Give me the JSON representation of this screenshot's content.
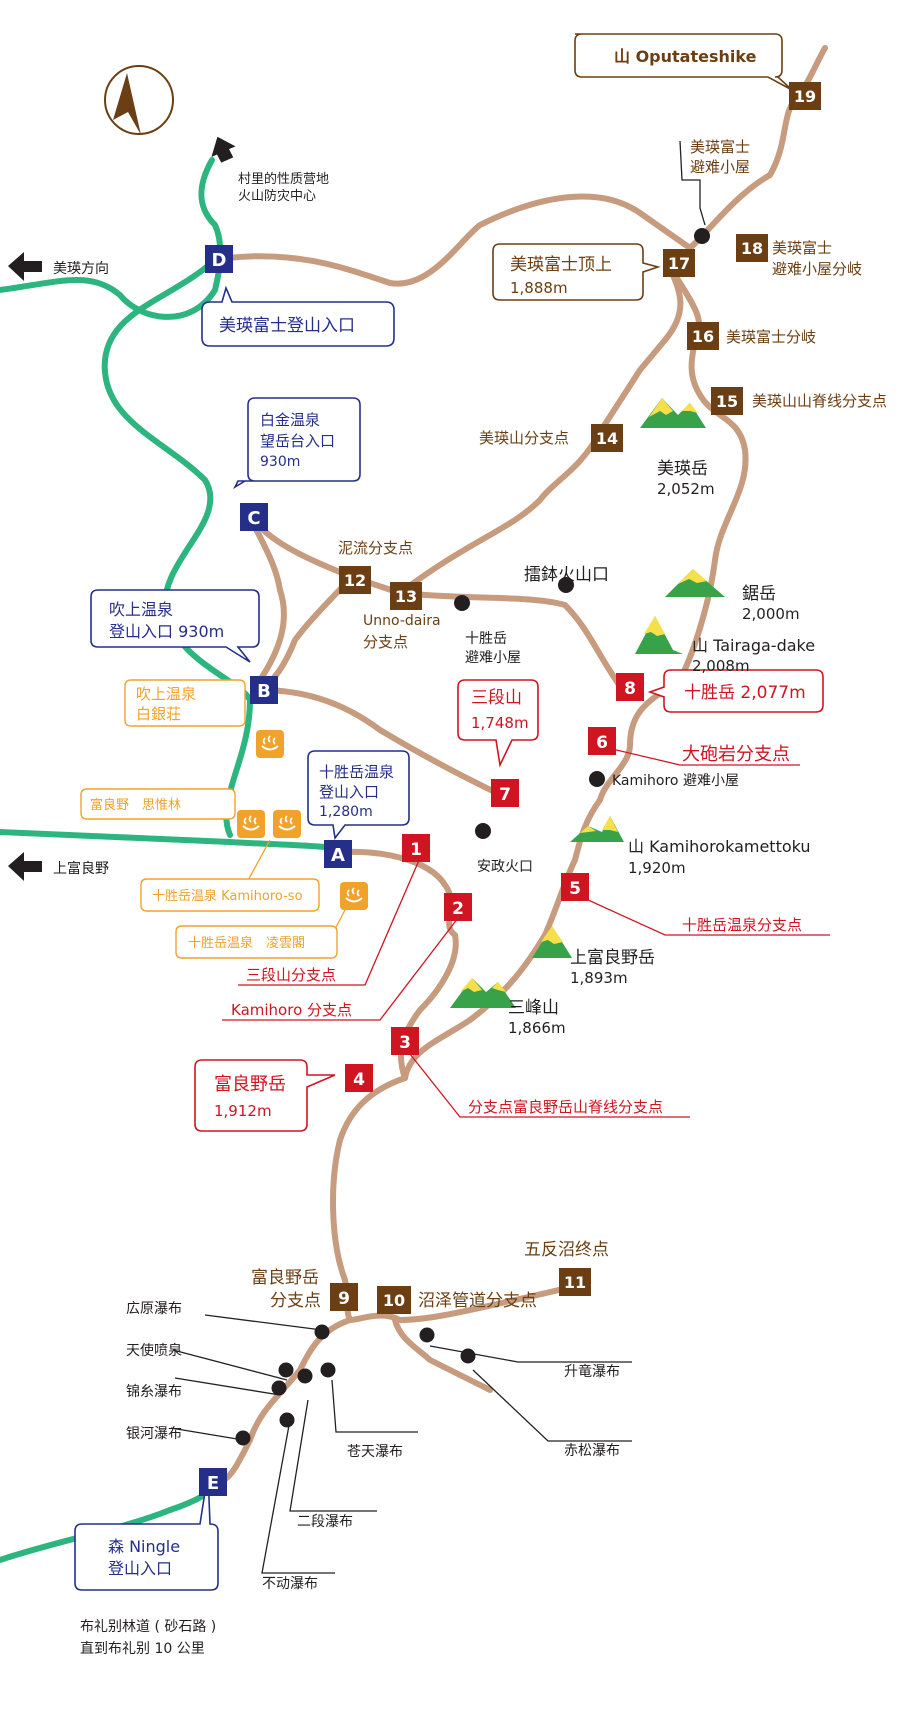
{
  "colors": {
    "trail": "#c79b7e",
    "road": "#2db580",
    "brown_marker": "#6b3f13",
    "red_marker": "#cf1521",
    "navy_marker": "#252f8a",
    "onsen_orange": "#f0a22a",
    "brown_text": "#6b3f13",
    "red_text": "#cf1521",
    "navy_text": "#252f8a",
    "orange_text": "#f0a22a",
    "leader": "#222222"
  },
  "compass": {
    "icon": "compass-north-arrow-icon"
  },
  "arrows": {
    "north_road_line1": "村里的性质营地",
    "north_road_line2": "火山防灾中心",
    "west_biei": "美瑛方向",
    "west_kamifurano": "上富良野"
  },
  "trailheads": [
    {
      "id": "D",
      "letter": "D"
    },
    {
      "id": "C",
      "letter": "C"
    },
    {
      "id": "B",
      "letter": "B"
    },
    {
      "id": "A",
      "letter": "A"
    },
    {
      "id": "E",
      "letter": "E"
    }
  ],
  "trailhead_callouts": {
    "D": {
      "line1": "美瑛富士登山入口"
    },
    "C": {
      "line1": "白金温泉",
      "line2": "望岳台入口",
      "elev": "930m"
    },
    "B": {
      "line1": "吹上温泉",
      "line2": "登山入口 930m"
    },
    "A": {
      "line1": "十胜岳温泉",
      "line2": "登山入口",
      "elev": "1,280m"
    },
    "E": {
      "line1": "森 Ningle",
      "line2": "登山入口"
    }
  },
  "red_markers": [
    "1",
    "2",
    "3",
    "4",
    "5",
    "6",
    "7",
    "8"
  ],
  "brown_markers": [
    "9",
    "10",
    "11",
    "12",
    "13",
    "14",
    "15",
    "16",
    "17",
    "18",
    "19"
  ],
  "red_labels": {
    "m1": "三段山分支点",
    "m2": "Kamihoro 分支点",
    "m3": "分支点富良野岳山脊线分支点",
    "m5": "十胜岳温泉分支点",
    "m6": "大砲岩分支点",
    "m8_name": "十胜岳 2,077m",
    "m7_name": "三段山",
    "m7_elev": "1,748m",
    "m4_name": "富良野岳",
    "m4_elev": "1,912m"
  },
  "brown_labels": {
    "m9_line1": "富良野岳",
    "m9_line2": "分支点",
    "m10": "沼泽管道分支点",
    "m11": "五反沼终点",
    "m12": "泥流分支点",
    "m13_line1": "Unno-daira",
    "m13_line2": "分支点",
    "m14": "美瑛山分支点",
    "m15": "美瑛山山脊线分支点",
    "m16": "美瑛富士分岐",
    "m17_name": "美瑛富士顶上",
    "m17_elev": "1,888m",
    "m18_line1": "美瑛富士",
    "m18_line2": "避难小屋分岐",
    "m19": "山 Oputateshike"
  },
  "peaks": [
    {
      "name": "美瑛岳",
      "elev": "2,052m"
    },
    {
      "name": "鋸岳",
      "elev": "2,000m"
    },
    {
      "name": "山 Tairaga-dake",
      "elev": "2,008m"
    },
    {
      "name": "山 Kamihorokamettoku",
      "elev": "1,920m"
    },
    {
      "name": "上富良野岳",
      "elev": "1,893m"
    },
    {
      "name": "三峰山",
      "elev": "1,866m"
    }
  ],
  "points": {
    "hut_biei_fuji_line1": "美瑛富士",
    "hut_biei_fuji_line2": "避难小屋",
    "suribachi": "擂鉢火山口",
    "hut_tokachi_line1": "十胜岳",
    "hut_tokachi_line2": "避难小屋",
    "hut_kamihoro": "Kamihoro 避难小屋",
    "anseikazan": "安政火口"
  },
  "onsen": {
    "shirogane_line1": "吹上温泉",
    "shirogane_line2": "白銀荘",
    "furano_shiiyuirin": "富良野　思惟林",
    "kamihoro_so": "十胜岳温泉 Kamihoro-so",
    "ryounkaku": "十胜岳温泉　凌雲閣"
  },
  "waterfalls": {
    "hirohara": "広原瀑布",
    "tenshi": "天使喷泉",
    "kinshi": "锦糸瀑布",
    "ginga": "银河瀑布",
    "soten": "苍天瀑布",
    "nidan": "二段瀑布",
    "fudo": "不动瀑布",
    "shoryu": "升竜瀑布",
    "akamatsu": "赤松瀑布"
  },
  "footer": {
    "line1": "布礼别林道 ( 砂石路 )",
    "line2": "直到布礼别 10 公里"
  }
}
